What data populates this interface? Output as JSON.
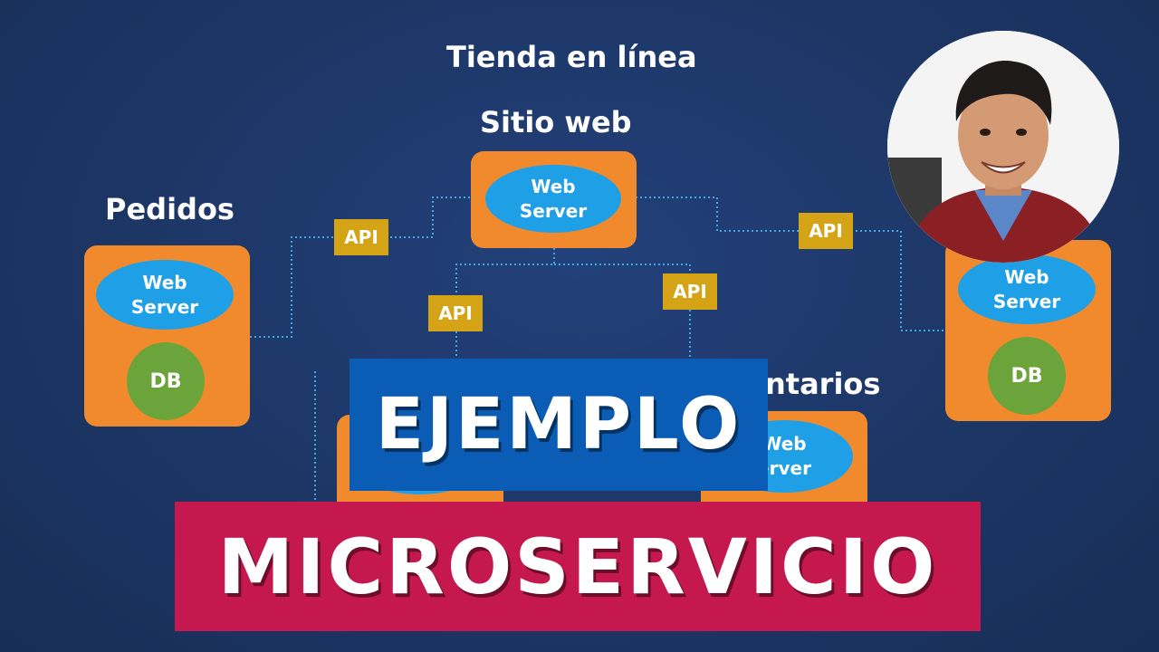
{
  "diagram": {
    "title": "Tienda en línea",
    "site": {
      "label": "Sitio web",
      "server": [
        "Web",
        "Server"
      ]
    },
    "orders": {
      "label": "Pedidos",
      "server": [
        "Web",
        "Server"
      ],
      "db": "DB"
    },
    "right_service": {
      "server": [
        "Web",
        "Server"
      ],
      "db": "DB"
    },
    "comments": {
      "label_partial": "ntarios",
      "server": [
        "Web",
        "erver"
      ]
    },
    "api_label": "API"
  },
  "banner": {
    "line1": "EJEMPLO",
    "line2": "MICROSERVICIO"
  },
  "colors": {
    "background": "#1c3563",
    "service_box": "#f08a2c",
    "server_ellipse": "#1fa0e6",
    "db_circle": "#6ba43a",
    "api_tag": "#d4a316",
    "banner_blue": "#0a5cb4",
    "banner_red": "#c5184e"
  },
  "icons": {
    "presenter": "presenter-photo"
  }
}
